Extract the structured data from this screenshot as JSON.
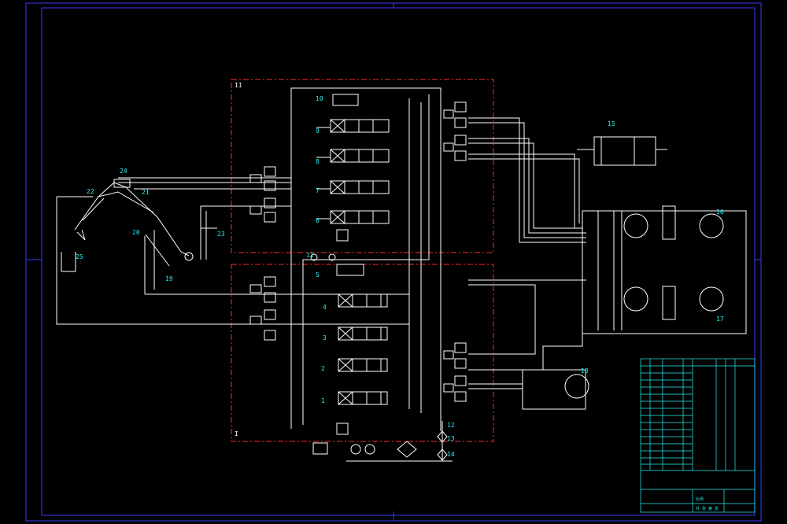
{
  "colors": {
    "background": "#000000",
    "line": "#ffffff",
    "frame": "#3a3aff",
    "boundary": "#ff2a2a",
    "label": "#28f0f0",
    "title_block": "#28f0f0"
  },
  "zone_labels": {
    "upper": "II",
    "lower": "I"
  },
  "component_numbers": {
    "n1": "1",
    "n2": "2",
    "n3": "3",
    "n4": "4",
    "n5": "5",
    "n6": "6",
    "n7": "7",
    "n8": "8",
    "n9": "9",
    "n10": "10",
    "n11": "11",
    "n12": "12",
    "n13": "13",
    "n14": "14",
    "n15": "15",
    "n16": "16",
    "n17": "17",
    "n18": "18",
    "n19": "19",
    "n20": "20",
    "n21": "21",
    "n22": "22",
    "n23": "23",
    "n24": "24",
    "n25": "25"
  },
  "title_block": {
    "scale_text": "比例",
    "sheet_text": "共 张 第 张"
  }
}
